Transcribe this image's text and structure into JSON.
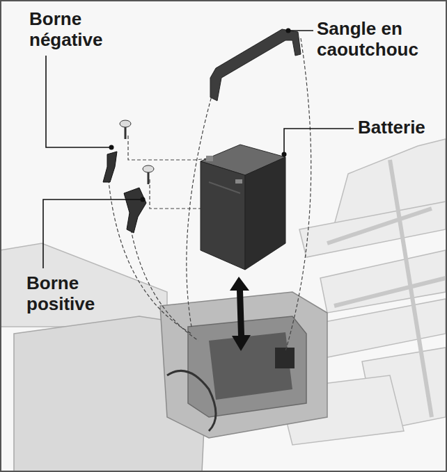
{
  "diagram": {
    "labels": [
      "Borne négative",
      "Sangle en caoutchouc",
      "Batterie",
      "Borne positive"
    ]
  }
}
